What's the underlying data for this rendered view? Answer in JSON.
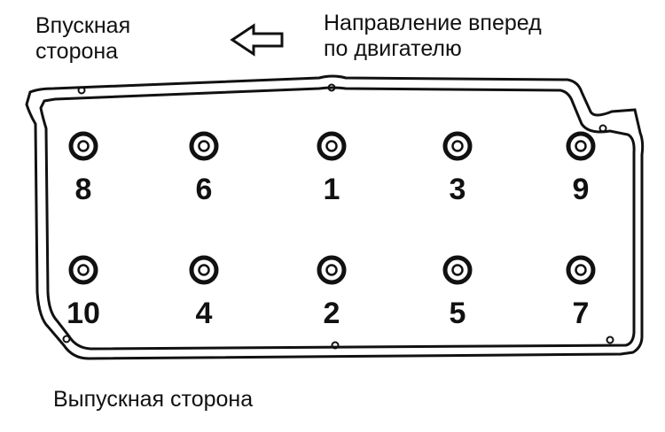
{
  "labels": {
    "intake": [
      "Впускная",
      "сторона"
    ],
    "forward": [
      "Направление вперед",
      "по двигателю"
    ],
    "exhaust": "Выпускная сторона"
  },
  "bolts": [
    {
      "order": "8",
      "row": 0,
      "col": 0
    },
    {
      "order": "6",
      "row": 0,
      "col": 1
    },
    {
      "order": "1",
      "row": 0,
      "col": 2
    },
    {
      "order": "3",
      "row": 0,
      "col": 3
    },
    {
      "order": "9",
      "row": 0,
      "col": 4
    },
    {
      "order": "10",
      "row": 1,
      "col": 0
    },
    {
      "order": "4",
      "row": 1,
      "col": 1
    },
    {
      "order": "2",
      "row": 1,
      "col": 2
    },
    {
      "order": "5",
      "row": 1,
      "col": 3
    },
    {
      "order": "7",
      "row": 1,
      "col": 4
    }
  ],
  "icons": {
    "direction": "left-arrow-icon"
  },
  "colors": {
    "line": "#111111",
    "background": "#ffffff"
  }
}
